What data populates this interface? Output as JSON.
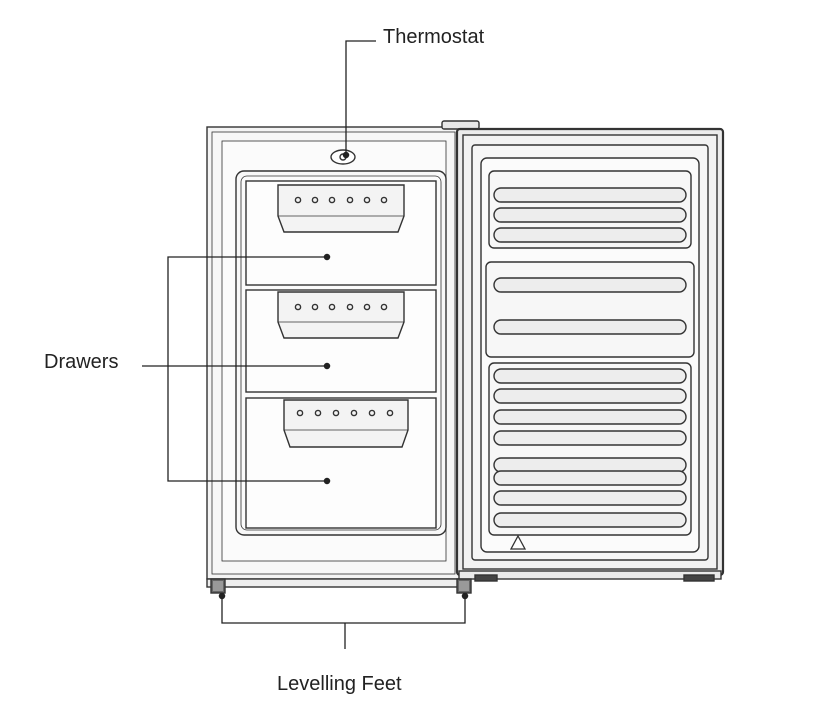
{
  "labels": {
    "thermostat": "Thermostat",
    "drawers": "Drawers",
    "levelling_feet": "Levelling Feet"
  },
  "colors": {
    "outline": "#333333",
    "cabinet_fill": "#f4f4f4",
    "interior_fill": "#fbfbfb",
    "shelf_fill": "#ededed"
  },
  "icons": [
    "thermostat-knob-icon",
    "recycle-triangle-icon"
  ]
}
